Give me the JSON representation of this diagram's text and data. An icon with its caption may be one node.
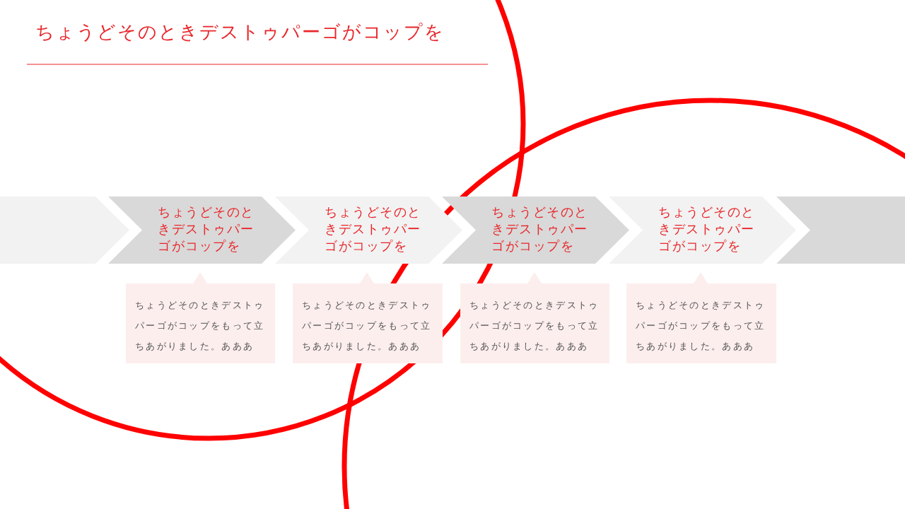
{
  "diagram": {
    "title": "ちょうどそのときデストゥパーゴがコップを",
    "nodes": [
      {
        "text": [],
        "shape": "chevron"
      },
      {
        "text": [
          "ちょうどそのときデストゥパーゴがコップを"
        ]
      },
      {
        "text": [
          "ちょうどそのときデストゥパーゴがコップを"
        ]
      },
      {
        "text": [
          "ちょうどそのときデストゥパーゴがコップを"
        ]
      },
      {
        "text": [
          "ちょうどそのときデストゥパーゴがコップを"
        ]
      },
      {
        "text": [],
        "shape": "chevron"
      },
      {
        "text": [
          "ちょうどそのときデストゥパーゴがコップをもって立ちあがりました。あああ"
        ]
      },
      {
        "text": [
          "ちょうどそのときデストゥパーゴがコップをもって立ちあがりました。あああ"
        ]
      },
      {
        "text": [
          "ちょうどそのときデストゥパーゴがコップをもって立ちあがりました。あああ"
        ]
      },
      {
        "text": [
          "ちょうどそのときデストゥパーゴがコップをもって立ちあがりました。あああ"
        ]
      }
    ]
  }
}
